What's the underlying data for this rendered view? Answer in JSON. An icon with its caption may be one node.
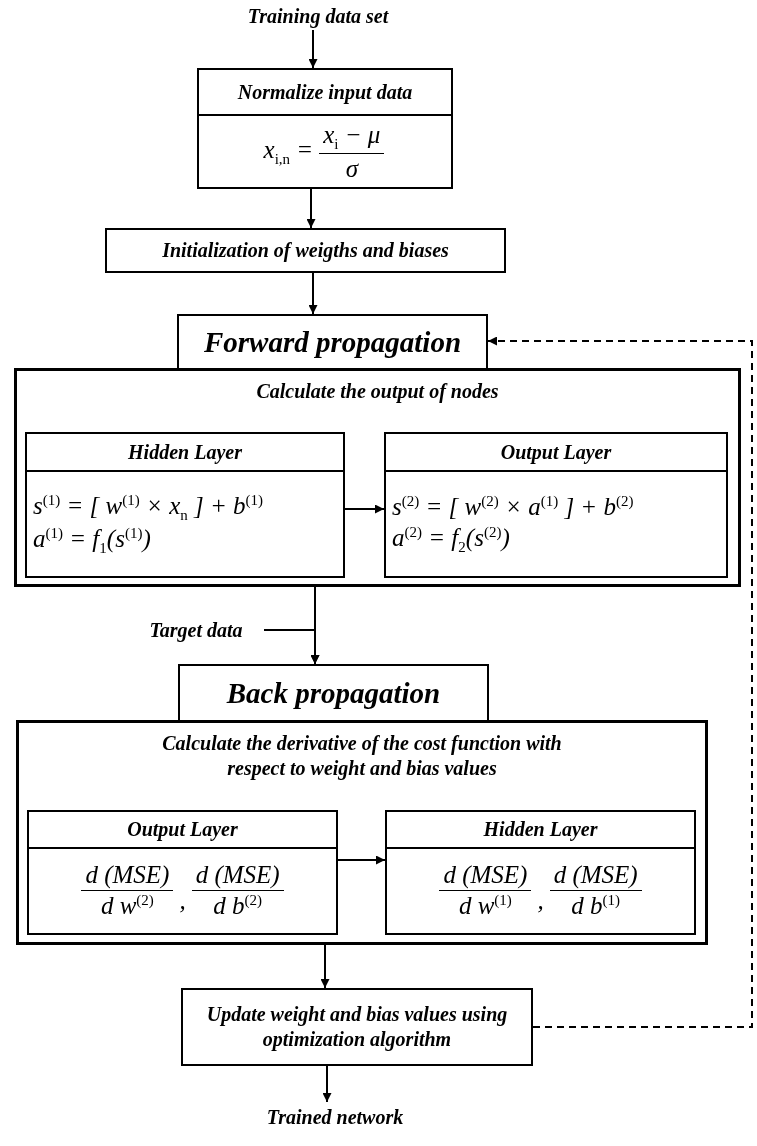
{
  "diagram": {
    "nodes": [
      {
        "text": [
          "Training data set"
        ]
      },
      {
        "text": [
          "Normalize input data",
          "x$_{i,n}$ =",
          "x$_{i}$ − μ",
          "σ"
        ]
      },
      {
        "text": [
          "Initialization of weigths and biases"
        ]
      },
      {
        "text": [
          "Forward propagation"
        ]
      },
      {
        "text": [
          "Calculate the output of nodes"
        ]
      },
      {
        "text": [
          "Hidden Layer",
          "s$^{(1)}$ = [ w$^{(1)}$ × x$_{n}$ ] + b$^{(1)}$",
          "a$^{(1)}$ = f$_{1}$(s$^{(1)}$)"
        ],
        "in": 4
      },
      {
        "text": [
          "Output Layer",
          "s$^{(2)}$ = [ w$^{(2)}$ × a$^{(1)}$ ] + b$^{(2)}$",
          "a$^{(2)}$ = f$_{2}$(s$^{(2)}$)"
        ],
        "in": 4
      },
      {
        "text": [
          "Target data"
        ]
      },
      {
        "text": [
          "Back propagation"
        ]
      },
      {
        "text": [
          "Calculate the derivative of the cost function with respect to weight and bias values"
        ]
      },
      {
        "text": [
          "Output Layer",
          "d (MSE)",
          "d w$^{(2)}$",
          ",",
          "d (MSE)",
          "d b$^{(2)}$"
        ],
        "in": 9
      },
      {
        "text": [
          "Hidden Layer",
          "d (MSE)",
          "d w$^{(1)}$",
          ",",
          "d (MSE)",
          "d b$^{(1)}$"
        ],
        "in": 9
      },
      {
        "text": [
          "Update weight and bias values using optimization algorithm"
        ]
      },
      {
        "text": [
          "Trained network"
        ]
      }
    ],
    "edges": [
      {
        "from": 0,
        "to": 1,
        "arrow": "to"
      },
      {
        "from": 1,
        "to": 2,
        "arrow": "to"
      },
      {
        "from": 2,
        "to": 3,
        "arrow": "to"
      },
      {
        "from": 5,
        "to": 6,
        "arrow": "to"
      },
      {
        "from": 4,
        "to": 8,
        "arrow": "to"
      },
      {
        "from": 7,
        "to": 8,
        "arrow": "to"
      },
      {
        "from": 10,
        "to": 11,
        "arrow": "to"
      },
      {
        "from": 9,
        "to": 12,
        "arrow": "to"
      },
      {
        "from": 12,
        "to": 13,
        "arrow": "to"
      },
      {
        "from": 12,
        "to": 3,
        "arrow": "to",
        "style": "dashed"
      }
    ]
  }
}
